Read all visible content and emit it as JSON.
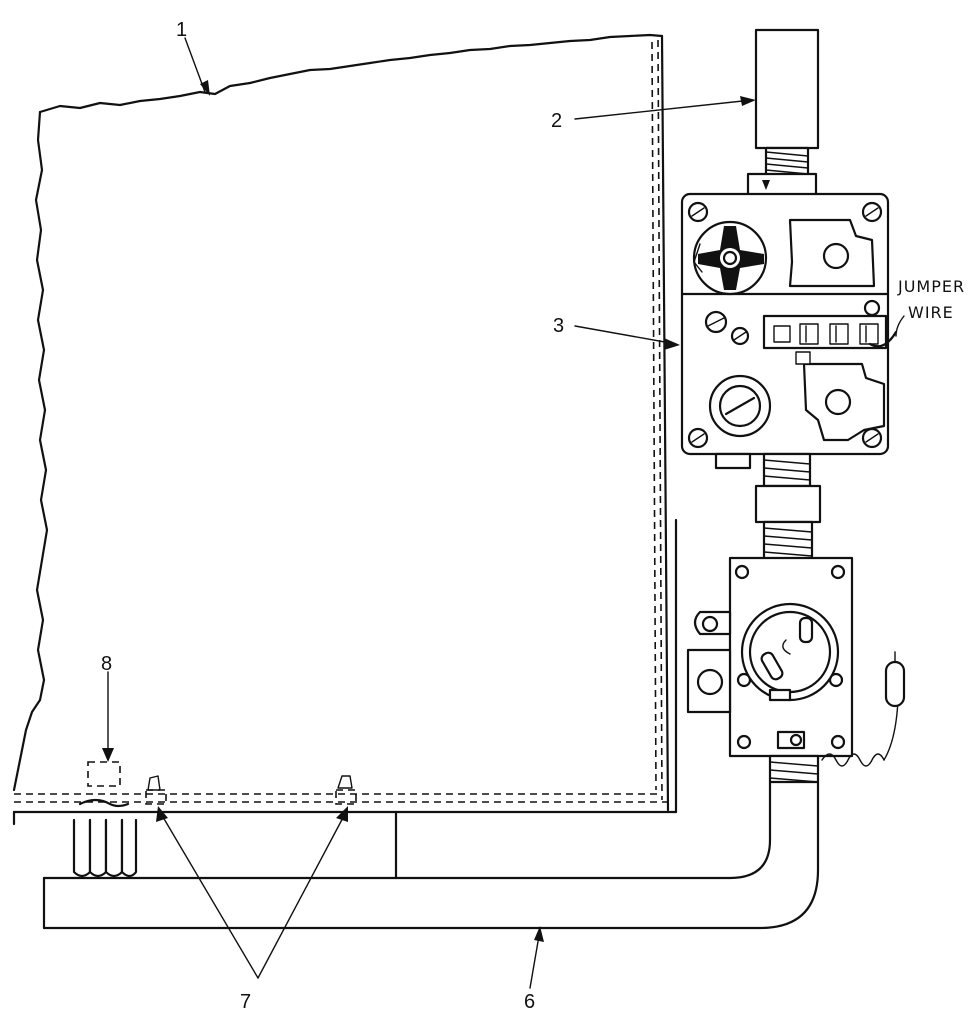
{
  "callouts": {
    "c1": "1",
    "c2": "2",
    "c3": "3",
    "c6": "6",
    "c7": "7",
    "c8": "8"
  },
  "annotation": {
    "line1": "JUMPER",
    "line2": "WIRE"
  },
  "colors": {
    "ink": "#111111",
    "paper": "#ffffff"
  }
}
